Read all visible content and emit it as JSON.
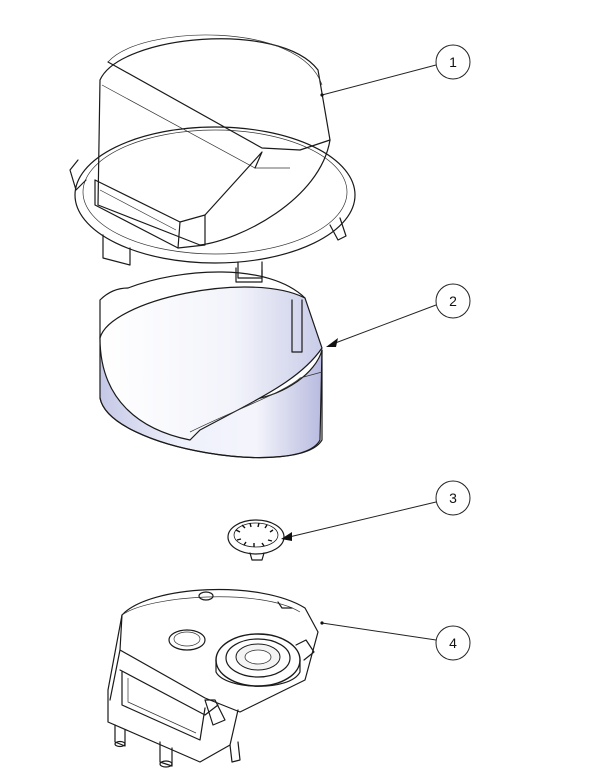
{
  "callouts": [
    {
      "label": "1",
      "part": "cover"
    },
    {
      "label": "2",
      "part": "band"
    },
    {
      "label": "3",
      "part": "dial"
    },
    {
      "label": "4",
      "part": "base"
    }
  ],
  "colors": {
    "line": "#1a1a1a",
    "band_shade": "#c8cbe6",
    "band_light": "#eef0fb",
    "background": "#ffffff"
  }
}
